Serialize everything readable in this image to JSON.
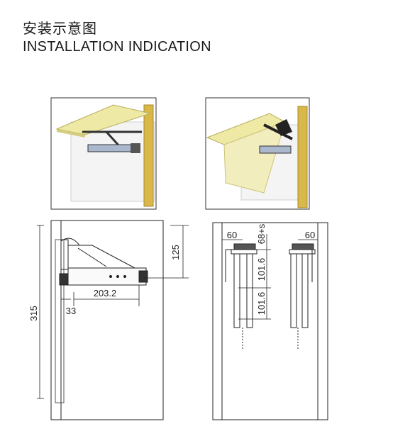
{
  "header": {
    "title_cn": "安装示意图",
    "title_en": "INSTALLATION INDICATION"
  },
  "side_view": {
    "dim_height_total": "315",
    "dim_top_offset": "125",
    "dim_depth": "203.2",
    "dim_side_offset": "33"
  },
  "front_view": {
    "dim_left_offset": "60",
    "dim_right_offset": "60",
    "dim_top_gap": "68+s",
    "dim_hole_spacing_1": "101.6",
    "dim_hole_spacing_2": "101.6"
  },
  "colors": {
    "door_yellow": "#efe9a6",
    "frame_yellow": "#d9b84a",
    "cabinet_white": "#f5f5f5",
    "line": "#222222"
  }
}
